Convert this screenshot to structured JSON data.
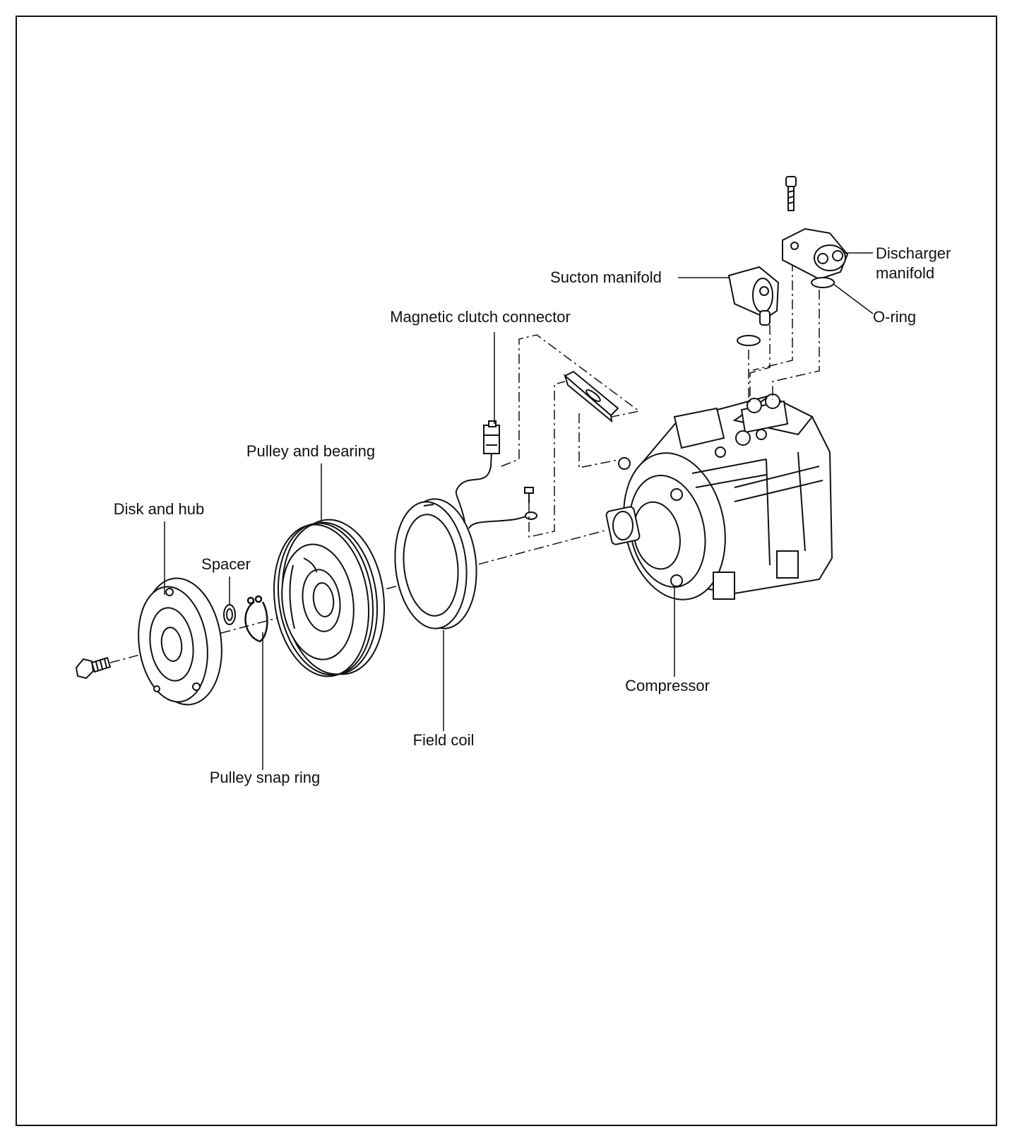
{
  "labels": {
    "disk_and_hub": "Disk and hub",
    "spacer": "Spacer",
    "pulley_and_bearing": "Pulley and bearing",
    "pulley_snap_ring": "Pulley snap ring",
    "field_coil": "Field coil",
    "magnetic_clutch_connector": "Magnetic clutch connector",
    "compressor": "Compressor",
    "sucton_manifold": "Sucton manifold",
    "discharger_manifold_line1": "Discharger",
    "discharger_manifold_line2": "manifold",
    "o_ring": "O-ring"
  },
  "colors": {
    "line": "#111111",
    "background": "#ffffff"
  }
}
